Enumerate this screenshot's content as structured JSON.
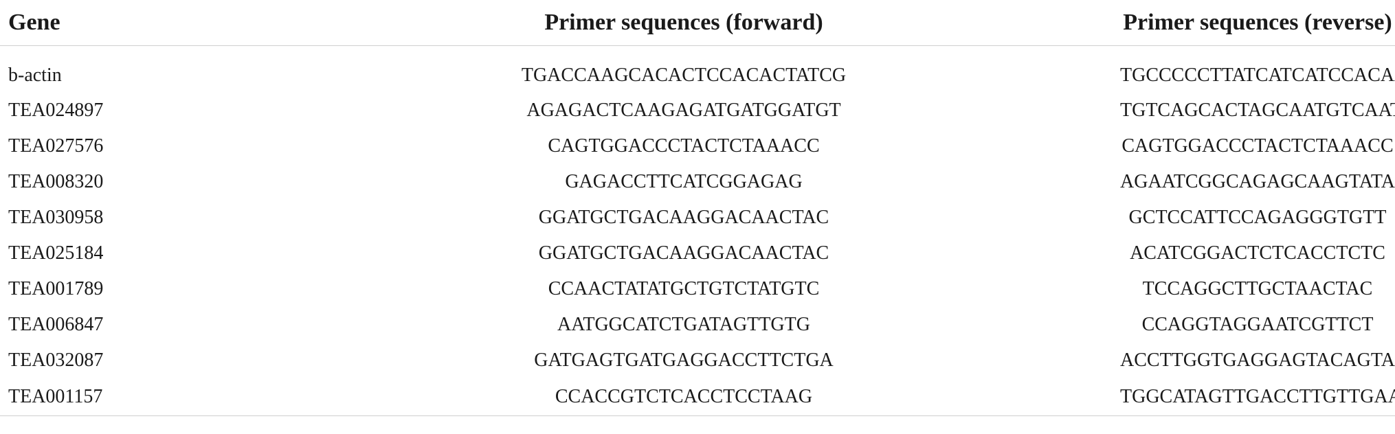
{
  "table": {
    "headers": {
      "gene": "Gene",
      "forward": "Primer sequences (forward)",
      "reverse": "Primer sequences (reverse)"
    },
    "rows": [
      {
        "gene": "b-actin",
        "forward": "TGACCAAGCACACTCCACACTATCG",
        "reverse": "TGCCCCCTTATCATCATCCACAA"
      },
      {
        "gene": "TEA024897",
        "forward": "AGAGACTCAAGAGATGATGGATGT",
        "reverse": "TGTCAGCACTAGCAATGTCAAT"
      },
      {
        "gene": "TEA027576",
        "forward": "CAGTGGACCCTACTCTAAACC",
        "reverse": "CAGTGGACCCTACTCTAAACC"
      },
      {
        "gene": "TEA008320",
        "forward": "GAGACCTTCATCGGAGAG",
        "reverse": "AGAATCGGCAGAGCAAGTATAATC"
      },
      {
        "gene": "TEA030958",
        "forward": "GGATGCTGACAAGGACAACTAC",
        "reverse": "GCTCCATTCCAGAGGGTGTT"
      },
      {
        "gene": "TEA025184",
        "forward": "GGATGCTGACAAGGACAACTAC",
        "reverse": "ACATCGGACTCTCACCTCTC"
      },
      {
        "gene": "TEA001789",
        "forward": "CCAACTATATGCTGTCTATGTC",
        "reverse": "TCCAGGCTTGCTAACTAC"
      },
      {
        "gene": "TEA006847",
        "forward": "AATGGCATCTGATAGTTGTG",
        "reverse": "CCAGGTAGGAATCGTTCT"
      },
      {
        "gene": "TEA032087",
        "forward": "GATGAGTGATGAGGACCTTCTGA",
        "reverse": "ACCTTGGTGAGGAGTACAGTAG"
      },
      {
        "gene": "TEA001157",
        "forward": "CCACCGTCTCACCTCCTAAG",
        "reverse": "TGGCATAGTTGACCTTGTTGAATC"
      }
    ]
  }
}
